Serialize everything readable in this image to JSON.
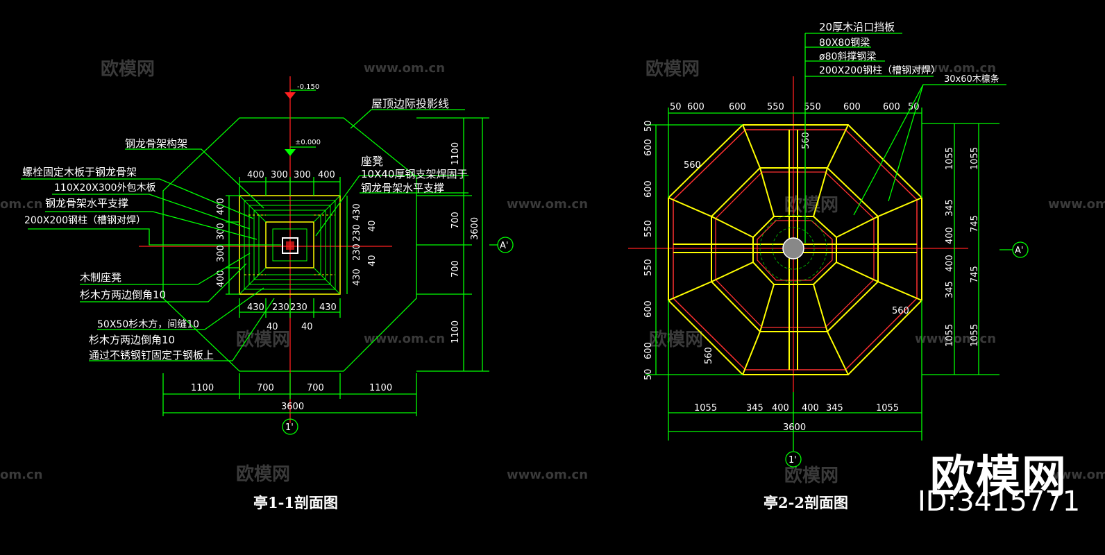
{
  "watermark": {
    "brand": "欧模网",
    "url": "www.om.cn",
    "url_partial": "om.cn"
  },
  "brand_overlay": {
    "name": "欧模网",
    "id": "ID:3415771"
  },
  "left": {
    "title": "亭1-1剖面图",
    "labels": {
      "roof_line": "屋顶边际投影线",
      "steel_frame": "钢龙骨架构架",
      "bolt": "螺栓固定木板于钢龙骨架",
      "wood_board": "110X20X300外包木板",
      "horiz_brace": "钢龙骨架水平支撑",
      "column": "200X200钢柱（槽钢对焊）",
      "wood_bench": "木制座凳",
      "fir_chamfer": "杉木方两边倒角10",
      "bench": "座凳",
      "steel_bracket": "10X40厚钢支架焊固于",
      "steel_bracket2": "钢龙骨架水平支撑",
      "fir_50": "50X50杉木方，间缝10",
      "fir_chamfer2": "杉木方两边倒角10",
      "ss_nail": "通过不锈钢钉固定于钢板上",
      "elev_top": "-0.150",
      "elev_zero": "±0.000",
      "axis_a": "A'",
      "axis_1": "1'"
    },
    "dims": {
      "top": [
        "400",
        "300",
        "300",
        "400"
      ],
      "bottom_inner": [
        "430",
        "230",
        "230",
        "430"
      ],
      "bottom_40a": "40",
      "bottom_40b": "40",
      "bottom": [
        "1100",
        "700",
        "700",
        "1100"
      ],
      "total": "3600",
      "right_v": [
        "1100",
        "700",
        "700",
        "1100"
      ],
      "right_total": "3600",
      "left_v": [
        "400",
        "300",
        "300",
        "400"
      ],
      "inner_v": [
        "430",
        "230",
        "230",
        "430"
      ],
      "inner_40a": "40",
      "inner_40b": "40"
    }
  },
  "right": {
    "title": "亭2-2剖面图",
    "labels": {
      "edge_board": "20厚木沿口挡板",
      "steel_beam": "80X80钢梁",
      "brace_beam": "ø80斜撑钢梁",
      "column": "200X200钢柱（槽钢对焊）",
      "purlin": "30x60木檩条",
      "axis_a": "A'",
      "axis_1": "1'"
    },
    "dims": {
      "top": [
        "50",
        "600",
        "600",
        "550",
        "550",
        "600",
        "600",
        "50"
      ],
      "left_v": [
        "50",
        "600",
        "600",
        "550",
        "550",
        "600",
        "600",
        "50"
      ],
      "right_v1": [
        "1055",
        "345",
        "400",
        "400",
        "345",
        "1055"
      ],
      "right_v2": [
        "1055",
        "745",
        "745",
        "1055"
      ],
      "bottom": [
        "1055",
        "345",
        "400",
        "400",
        "345",
        "1055"
      ],
      "total": "3600",
      "d560a": "560",
      "d560b": "560",
      "d560c": "560",
      "d560d": "560"
    }
  }
}
